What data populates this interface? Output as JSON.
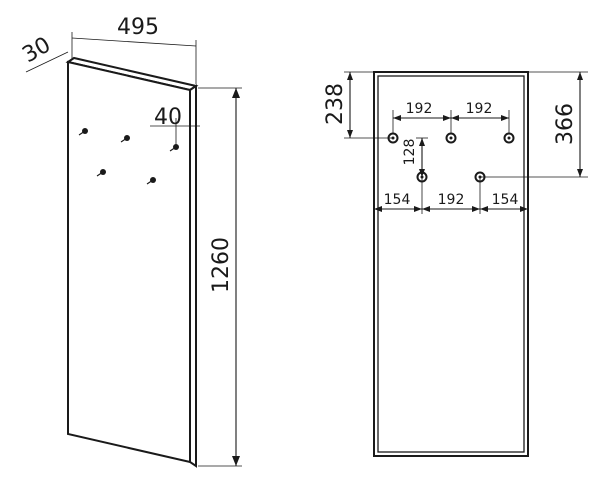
{
  "perspective_view": {
    "depth": "30",
    "width": "495",
    "height": "1260",
    "hook_offset": "40"
  },
  "back_view": {
    "top_to_upper_hooks": "238",
    "top_to_lower_hooks": "366",
    "upper_spacing_left": "192",
    "upper_spacing_right": "192",
    "row_spacing": "128",
    "bottom_left": "154",
    "bottom_middle": "192",
    "bottom_right": "154"
  }
}
